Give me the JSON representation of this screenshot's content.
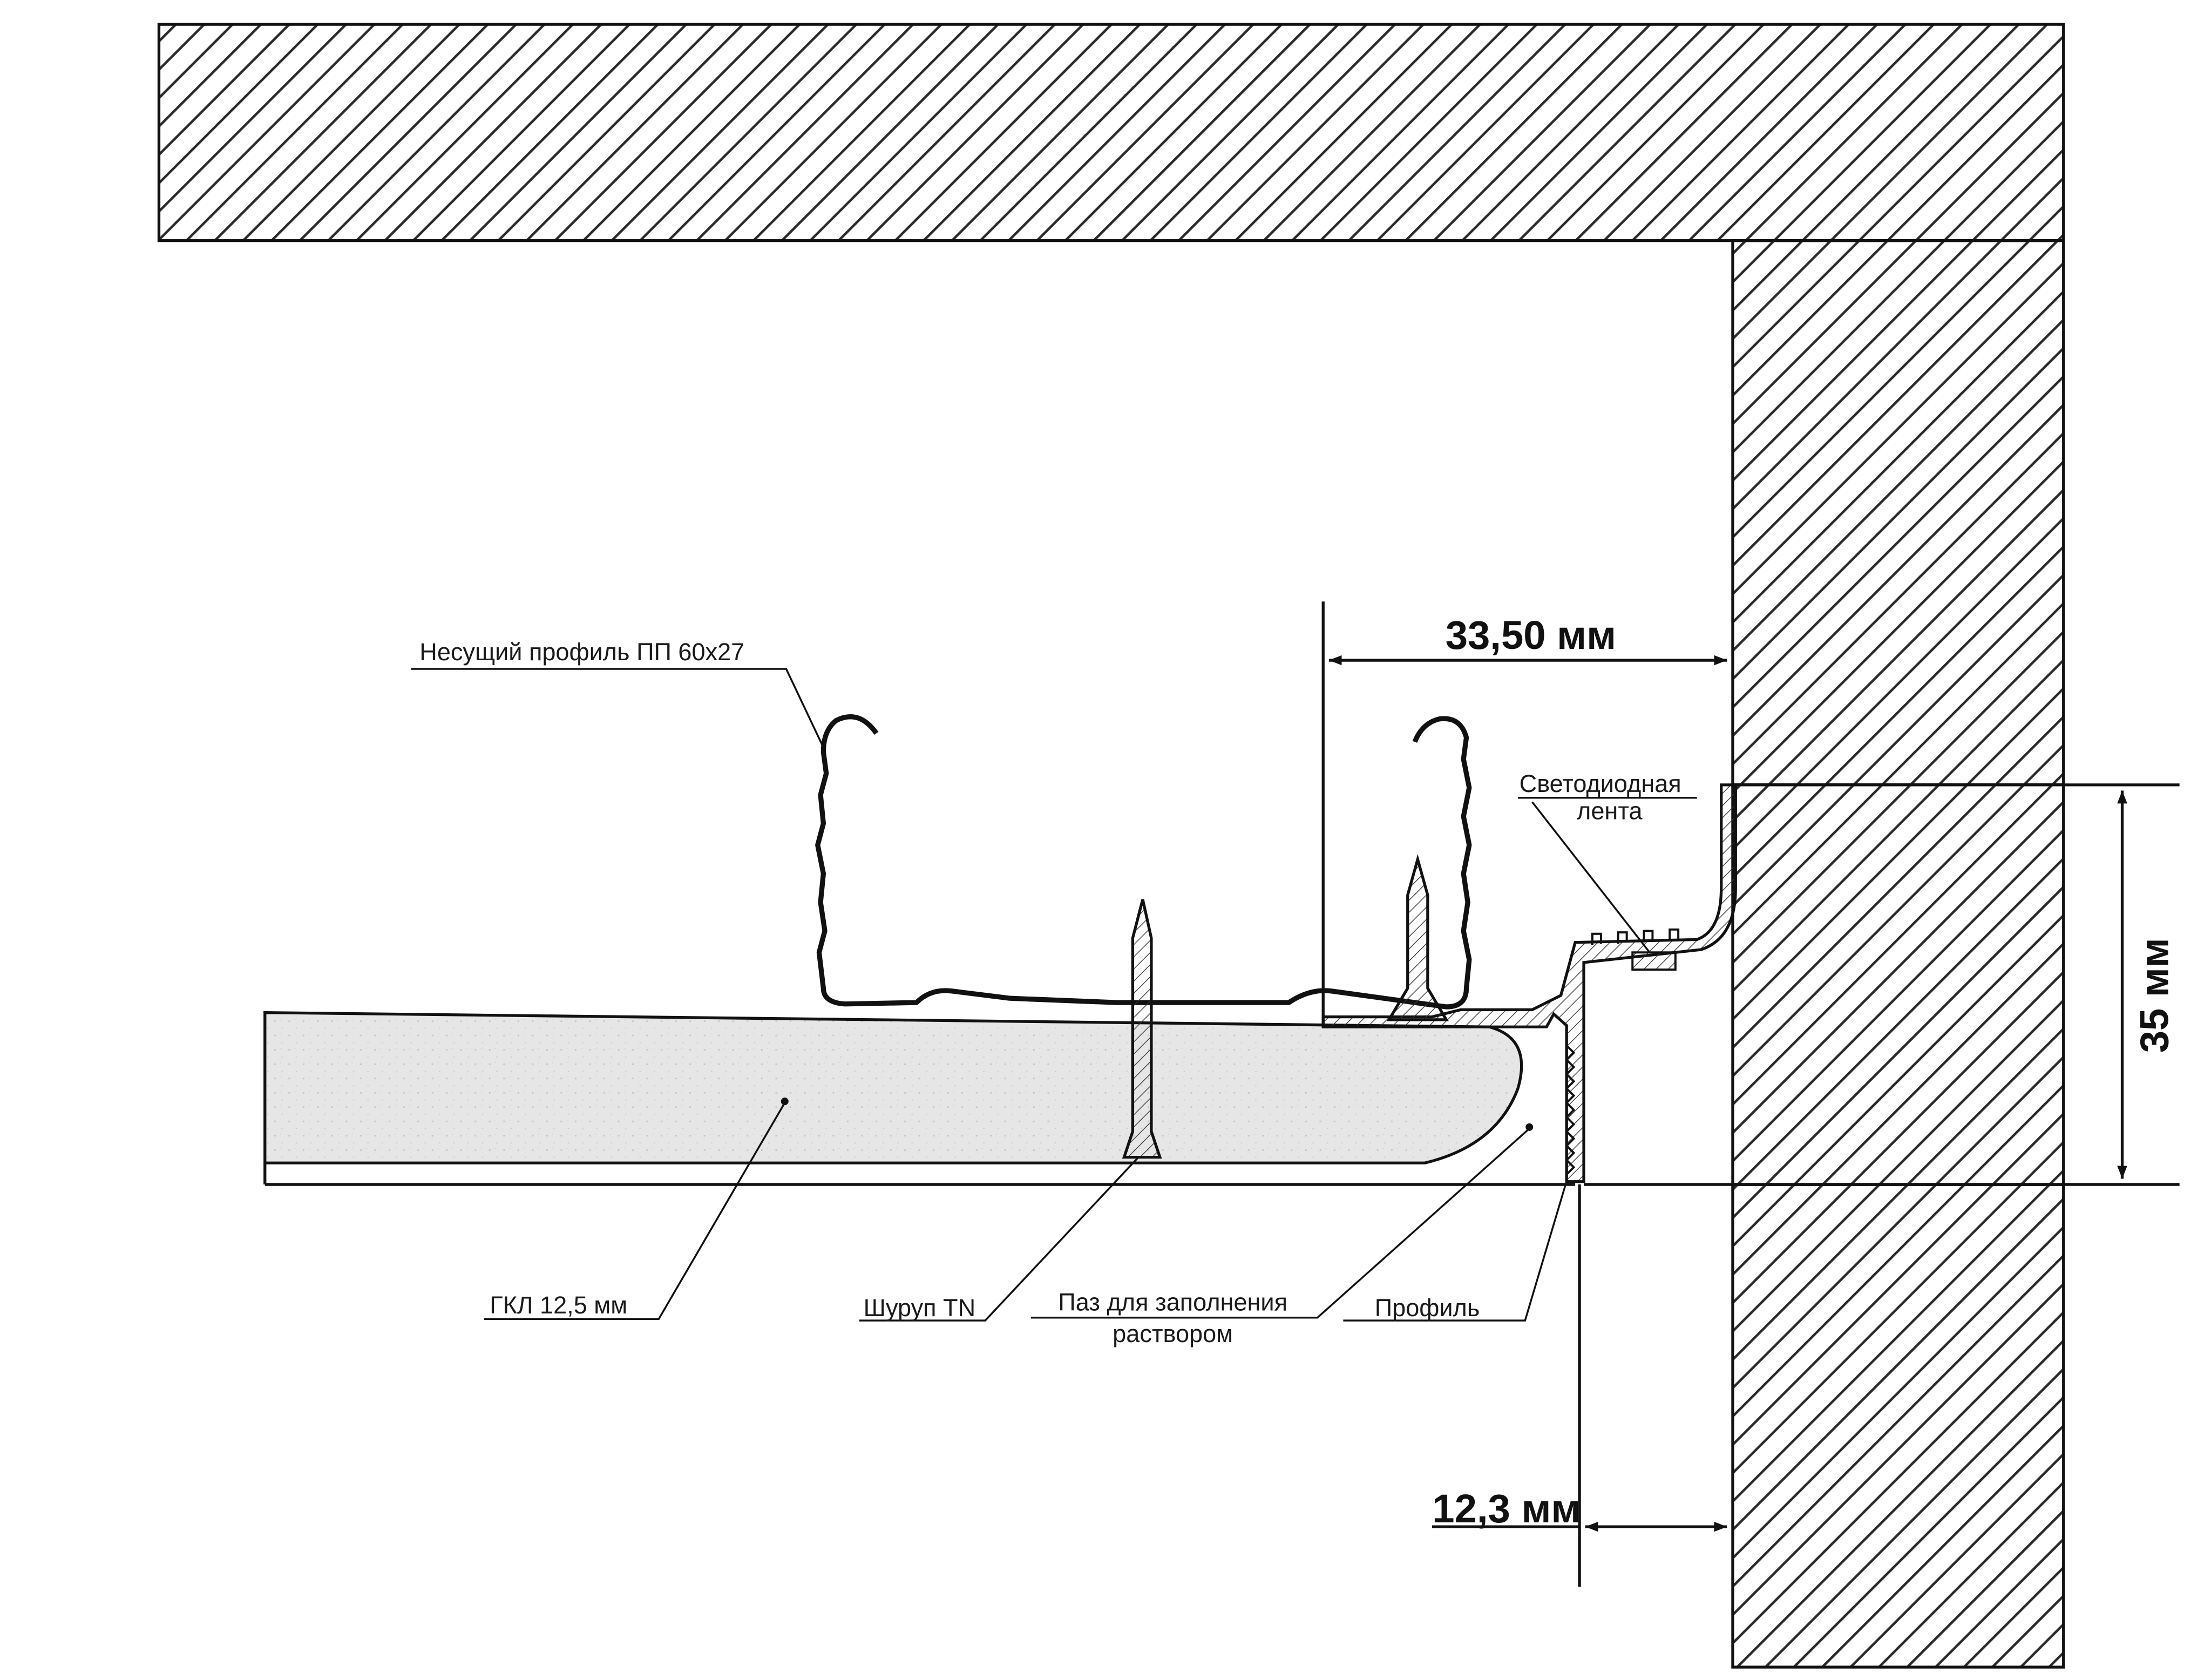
{
  "labels": {
    "carrier_profile": "Несущий профиль ПП 60х27",
    "led_line1": "Светодиодная",
    "led_line2": "лента",
    "gkl": "ГКЛ 12,5 мм",
    "screw": "Шуруп TN",
    "groove_line1": "Паз для заполнения",
    "groove_line2": "раствором",
    "profile": "Профиль"
  },
  "dimensions": {
    "gap_width": "33,50 мм",
    "step_height": "35 мм",
    "offset": "12,3 мм"
  },
  "colors": {
    "line": "#111111",
    "board_fill": "#e6e6e6",
    "hatch": "#2b2b2b",
    "background": "#ffffff"
  }
}
